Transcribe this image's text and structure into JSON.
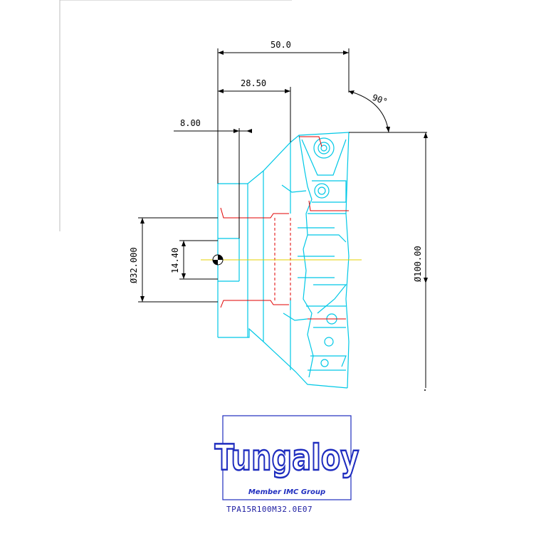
{
  "dimensions": {
    "overall_length": "50.0",
    "body_length": "28.50",
    "shank_step": "8.00",
    "angle": "90°",
    "bore_diameter": "Ø32.000",
    "keyway_width": "14.40",
    "cutter_diameter": "Ø100.00"
  },
  "logo": {
    "brand": "Tungaloy",
    "subtitle": "Member IMC Group"
  },
  "part_number": "TPA15R100M32.0E07",
  "colors": {
    "outline": "#00c8e6",
    "hidden": "#e00000",
    "dimension": "#000000",
    "logo": "#1f2dbf",
    "centerline": "#e6d200"
  }
}
